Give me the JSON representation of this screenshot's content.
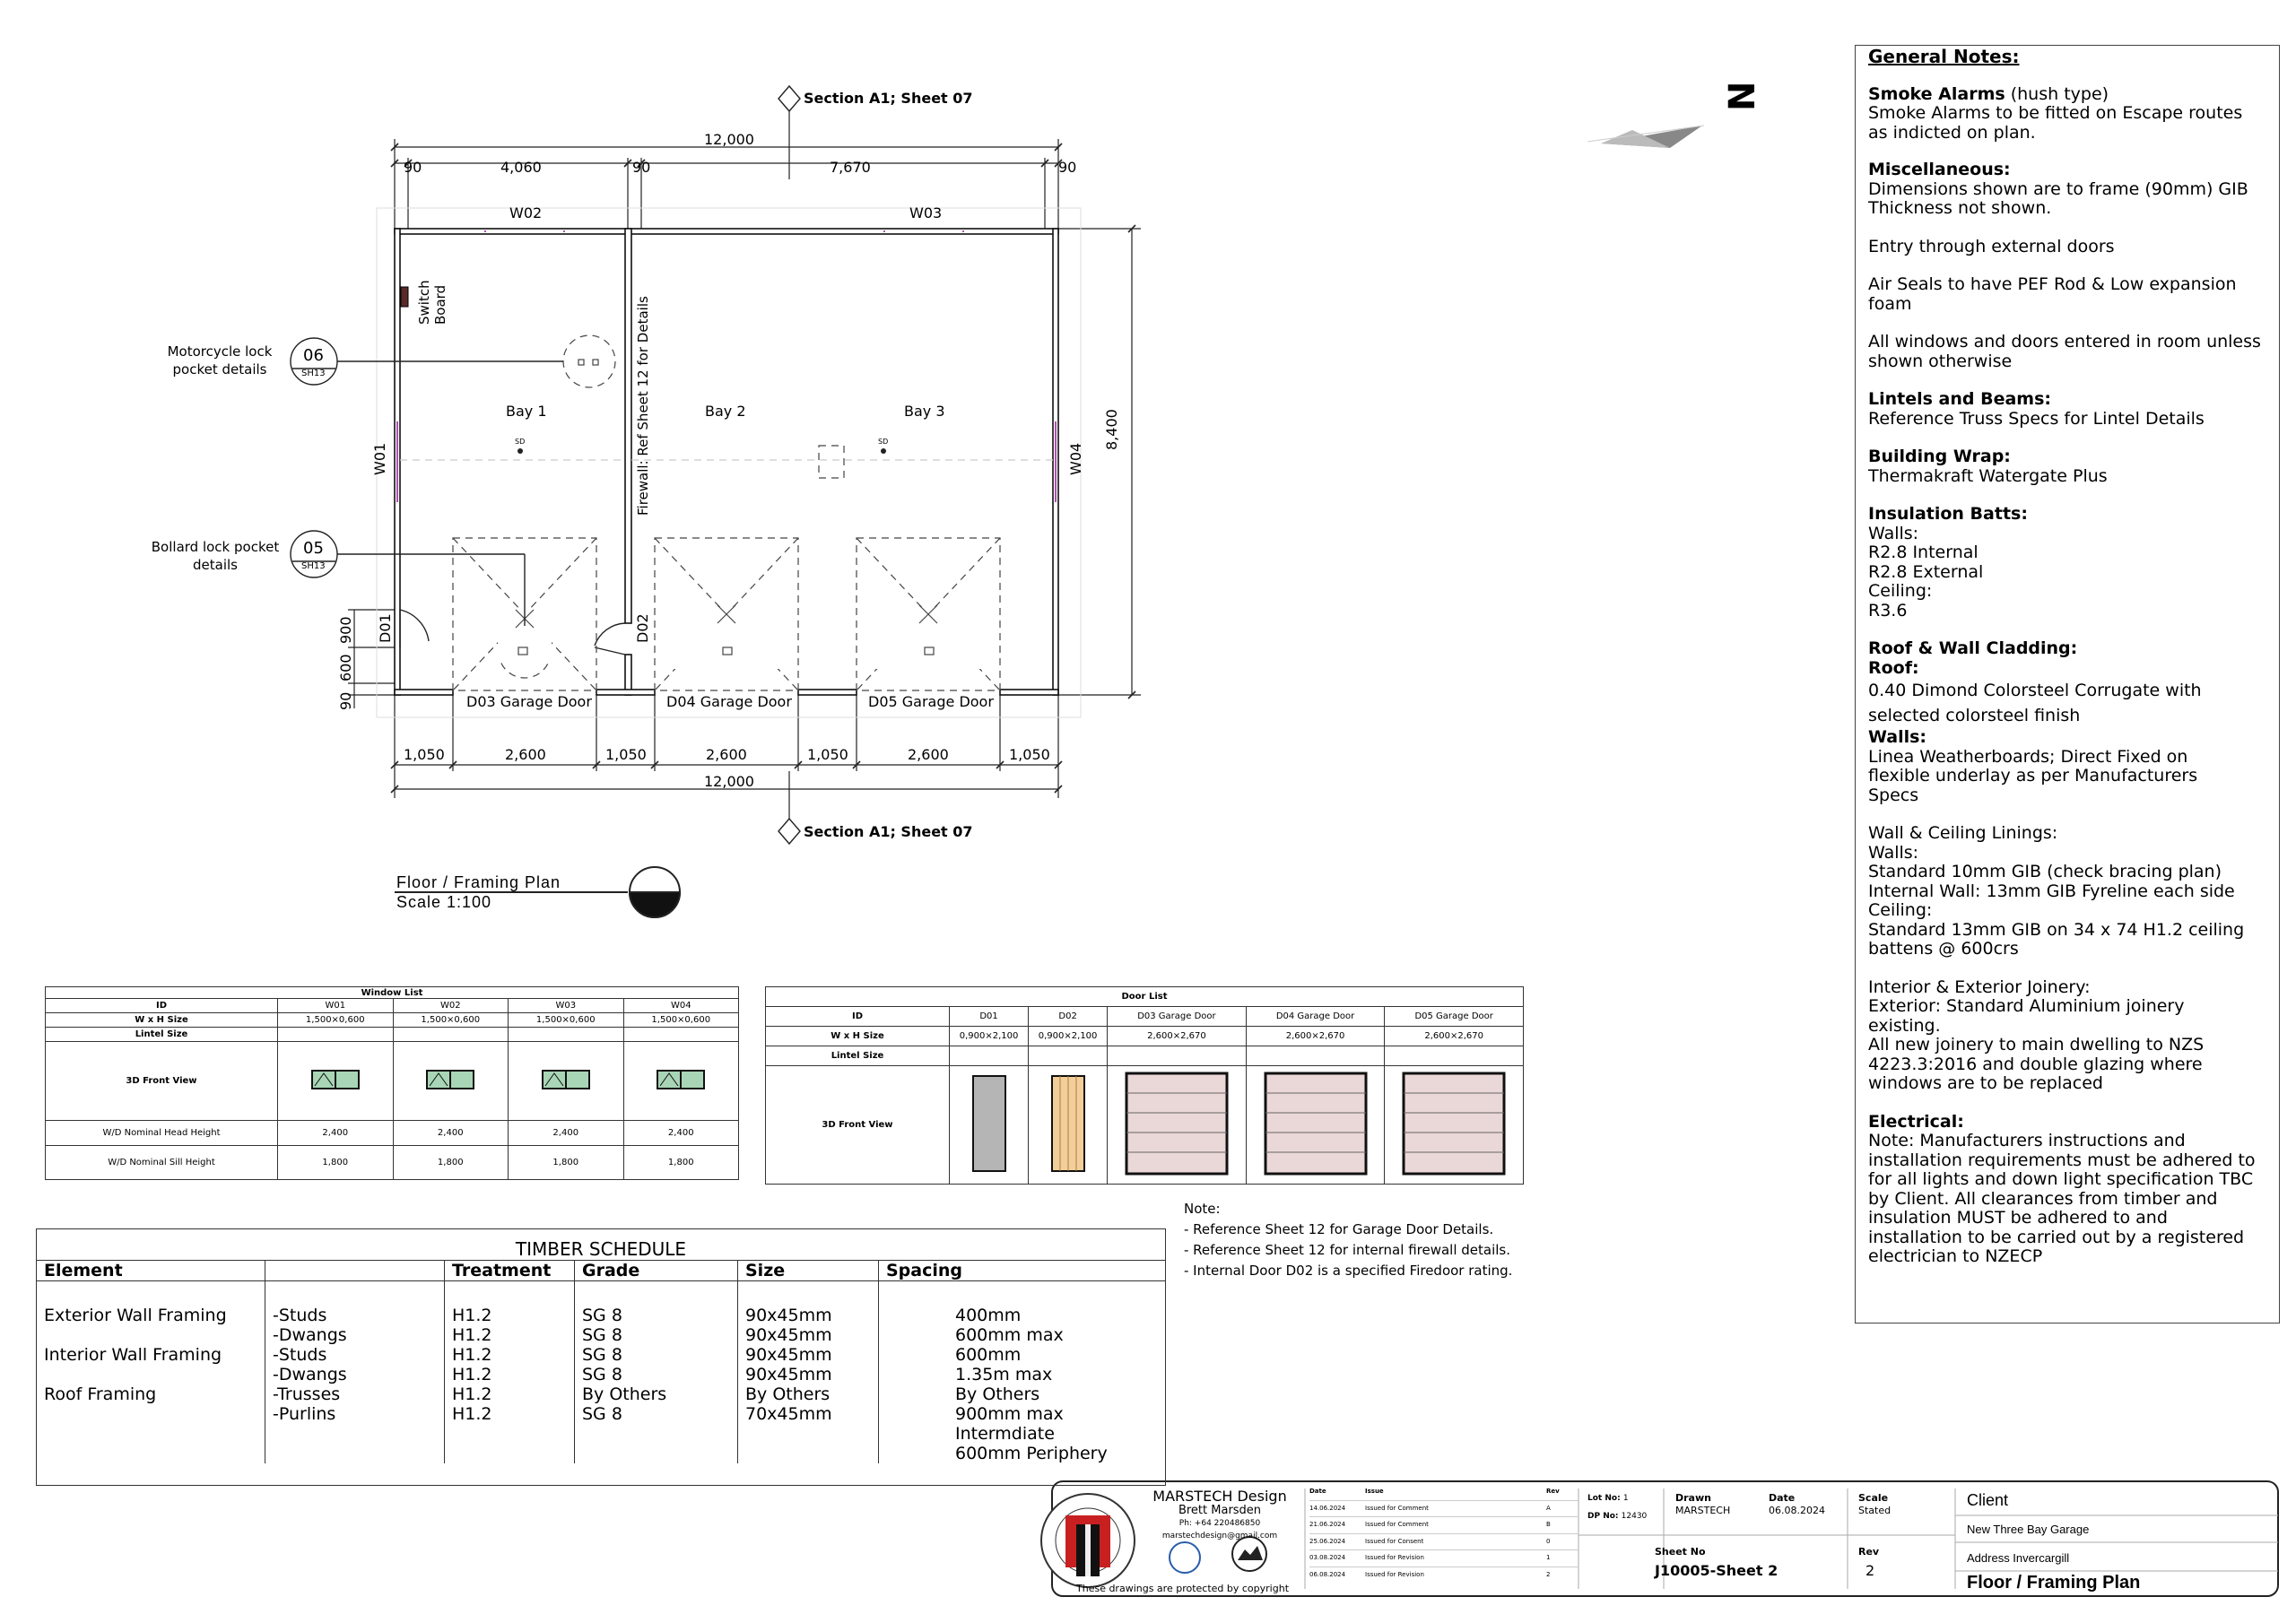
{
  "plan": {
    "section_top": "Section A1; Sheet 07",
    "section_bottom": "Section A1; Sheet 07",
    "dim_top_total": "12,000",
    "dim_top": [
      "90",
      "4,060",
      "90",
      "7,670",
      "90"
    ],
    "dim_bottom": [
      "1,050",
      "2,600",
      "1,050",
      "2,600",
      "1,050",
      "2,600",
      "1,050"
    ],
    "dim_bottom_total": "12,000",
    "dim_right": "8,400",
    "dim_left": [
      "900",
      "600",
      "90"
    ],
    "windows": [
      "W02",
      "W03",
      "W01",
      "W04"
    ],
    "doors": [
      "D01",
      "D02"
    ],
    "garage_doors": [
      "D03 Garage Door",
      "D04 Garage Door",
      "D05 Garage Door"
    ],
    "bays": [
      "Bay 1",
      "Bay 2",
      "Bay 3"
    ],
    "switch_board": [
      "Switch",
      "Board"
    ],
    "firewall": "Firewall: Ref Sheet 12 for Details",
    "sd": "SD",
    "callout_06": {
      "num": "06",
      "sheet": "SH13",
      "label": [
        "Motorcycle lock",
        "pocket details"
      ]
    },
    "callout_05": {
      "num": "05",
      "sheet": "SH13",
      "label": [
        "Bollard lock pocket",
        "details"
      ]
    },
    "north": "N",
    "plan_title": "Floor / Framing Plan",
    "plan_scale": "Scale 1:100"
  },
  "notes": {
    "title": "General Notes:",
    "blocks": [
      {
        "h": "Smoke Alarms",
        "h2": " (hush type)",
        "lines": [
          "Smoke Alarms to be fitted on Escape routes",
          "as indicted on plan."
        ]
      },
      {
        "h": "Miscellaneous:",
        "lines": [
          "Dimensions shown are to frame (90mm) GIB",
          "Thickness not shown."
        ]
      },
      {
        "lines": [
          "Entry through external doors"
        ]
      },
      {
        "lines": [
          "Air Seals to have PEF Rod & Low expansion",
          "foam"
        ]
      },
      {
        "lines": [
          "All windows and doors entered in room unless",
          "shown otherwise"
        ]
      },
      {
        "h": "Lintels and Beams:",
        "lines": [
          "Reference Truss Specs for Lintel Details"
        ]
      },
      {
        "h": "Building Wrap:",
        "lines": [
          "Thermakraft Watergate Plus"
        ]
      },
      {
        "h": "Insulation Batts:",
        "lines": [
          "Walls:",
          "R2.8 Internal",
          "R2.8 External",
          "Ceiling:",
          "R3.6"
        ]
      },
      {
        "h": "Roof & Wall Cladding:",
        "h_extra": "Roof:",
        "lines": [
          "0.40 Dimond Colorsteel Corrugate with",
          "selected colorsteel finish"
        ],
        "h3": "Walls:",
        "lines2": [
          "Linea Weatherboards; Direct Fixed on",
          "flexible underlay as per Manufacturers",
          "Specs"
        ]
      },
      {
        "lines": [
          "Wall & Ceiling Linings:",
          "Walls:",
          "Standard 10mm GIB (check bracing plan)",
          "Internal Wall: 13mm GIB Fyreline each side",
          "Ceiling:",
          "Standard 13mm GIB on 34 x 74 H1.2 ceiling",
          "battens @ 600crs"
        ]
      },
      {
        "lines": [
          "Interior & Exterior Joinery:",
          "Exterior:   Standard Aluminium joinery",
          "existing.",
          "All new joinery to main dwelling to NZS",
          "4223.3:2016 and double glazing where",
          "windows are to be replaced"
        ]
      },
      {
        "h": "Electrical:",
        "lines": [
          "Note: Manufacturers instructions and",
          "installation requirements must be adhered to",
          "for all lights and down light specification TBC",
          "by Client. All clearances from timber and",
          "insulation MUST be adhered to and",
          "installation to be carried out by a registered",
          "electrician to NZECP"
        ]
      }
    ]
  },
  "window_list": {
    "title": "Window List",
    "rows": [
      [
        "ID",
        "W01",
        "W02",
        "W03",
        "W04"
      ],
      [
        "W x H Size",
        "1,500×0,600",
        "1,500×0,600",
        "1,500×0,600",
        "1,500×0,600"
      ],
      [
        "Lintel Size",
        "",
        "",
        "",
        ""
      ],
      [
        "3D Front View",
        "",
        "",
        "",
        ""
      ],
      [
        "W/D Nominal Head Height",
        "2,400",
        "2,400",
        "2,400",
        "2,400"
      ],
      [
        "W/D Nominal Sill Height",
        "1,800",
        "1,800",
        "1,800",
        "1,800"
      ]
    ]
  },
  "door_list": {
    "title": "Door List",
    "rows": [
      [
        "ID",
        "D01",
        "D02",
        "D03 Garage Door",
        "D04 Garage Door",
        "D05 Garage Door"
      ],
      [
        "W x H Size",
        "0,900×2,100",
        "0,900×2,100",
        "2,600×2,670",
        "2,600×2,670",
        "2,600×2,670"
      ],
      [
        "Lintel Size",
        "",
        "",
        "",
        "",
        ""
      ],
      [
        "3D Front View",
        "",
        "",
        "",
        "",
        ""
      ]
    ],
    "notes": [
      "Note:",
      "- Reference Sheet 12 for Garage Door Details.",
      "- Reference Sheet 12 for internal firewall details.",
      "- Internal Door D02 is a specified Firedoor rating."
    ]
  },
  "timber": {
    "title": "TIMBER SCHEDULE",
    "headers": [
      "Element",
      "",
      "Treatment",
      "Grade",
      "Size",
      "Spacing"
    ],
    "rows": [
      [
        "Exterior Wall Framing",
        "-Studs",
        "H1.2",
        "SG 8",
        "90x45mm",
        "400mm"
      ],
      [
        "",
        "-Dwangs",
        "H1.2",
        "SG 8",
        "90x45mm",
        "600mm max"
      ],
      [
        "Interior Wall Framing",
        "-Studs",
        "H1.2",
        "SG 8",
        "90x45mm",
        "600mm"
      ],
      [
        "",
        "-Dwangs",
        "H1.2",
        "SG 8",
        "90x45mm",
        "1.35m max"
      ],
      [
        "Roof Framing",
        "-Trusses",
        "H1.2",
        "By Others",
        "By Others",
        "By Others"
      ],
      [
        "",
        "-Purlins",
        "H1.2",
        "SG 8",
        "70x45mm",
        "900mm max Intermdiate"
      ],
      [
        "",
        "",
        "",
        "",
        "",
        "600mm Periphery"
      ]
    ]
  },
  "title_block": {
    "company": "MARSTECH Design",
    "person": "Brett Marsden",
    "phone": "Ph: +64 220486850",
    "email": "marstechdesign@gmail.com",
    "copyright": "These drawings are protected by copyright",
    "revisions": [
      [
        "14.06.2024",
        "Issued for Comment",
        "A"
      ],
      [
        "21.06.2024",
        "Issued for Comment",
        "B"
      ],
      [
        "25.06.2024",
        "Issued for Consent",
        "0"
      ],
      [
        "03.08.2024",
        "Issued for Revision",
        "1"
      ],
      [
        "06.08.2024",
        "Issued for Revision",
        "2"
      ]
    ],
    "rev_headers": [
      "Date",
      "Issue",
      "Rev"
    ],
    "lot_label": "Lot No:",
    "lot": "1",
    "dp_label": "DP No:",
    "dp": "12430",
    "drawn_label": "Drawn",
    "drawn": "MARSTECH",
    "date_label": "Date",
    "date": "06.08.2024",
    "scale_label": "Scale",
    "scale": "Stated",
    "sheet_label": "Sheet No",
    "sheet": "J10005-Sheet 2",
    "rev_label": "Rev",
    "rev": "2",
    "client_label": "Client",
    "project": "New Three Bay Garage",
    "address": "Address Invercargill",
    "drawing_title": "Floor / Framing Plan"
  },
  "colors": {
    "line": "#222222",
    "window_green": "#a8d5b5",
    "garage_door": "#ead7d7",
    "timber_door": "#f2cf9a",
    "grey_door": "#b5b5b5",
    "window_mark": "#b04fb0"
  }
}
